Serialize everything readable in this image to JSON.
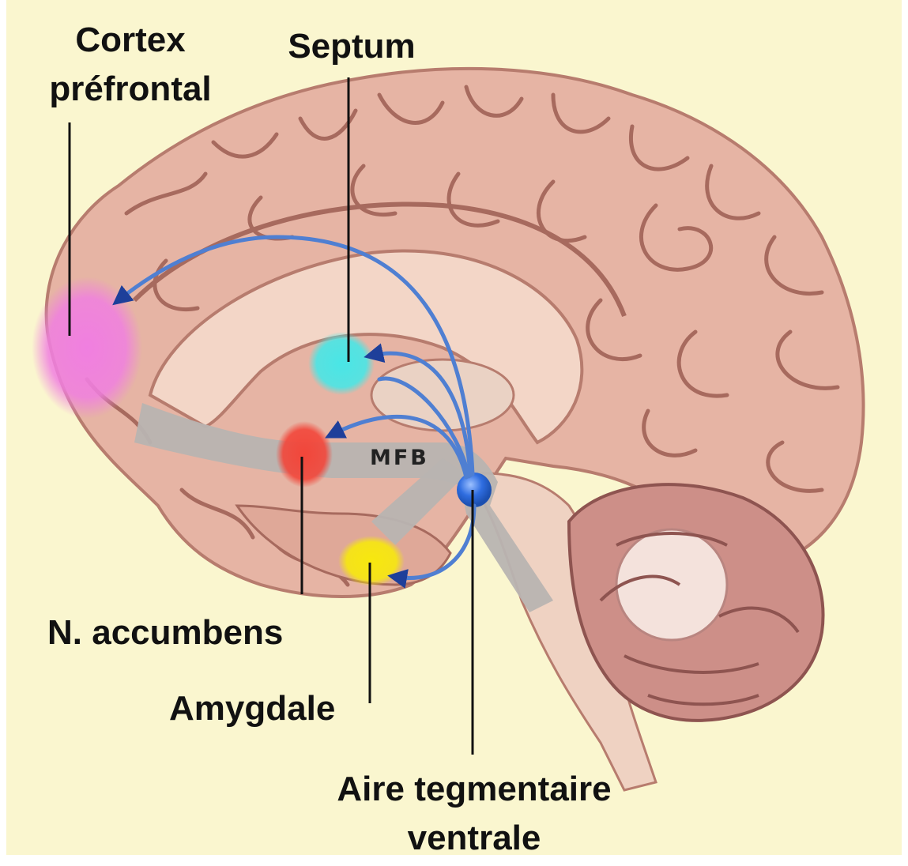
{
  "labels": {
    "prefrontal_cortex": {
      "line1": "Cortex",
      "line2": "préfrontal"
    },
    "septum": "Septum",
    "accumbens": "N. accumbens",
    "amygdala": "Amygdale",
    "vta": {
      "line1": "Aire tegmentaire",
      "line2": "ventrale"
    },
    "mfb": "MFB"
  },
  "colors": {
    "background": "#faf6cf",
    "brain": "#e6b4a4",
    "gyrus_line": "#a76a5e",
    "pathway": "#4f7fd2",
    "tract": "#b8b4b1",
    "prefrontal": "#f07fe0",
    "septum": "#49e6e6",
    "accumbens": "#f2463a",
    "amygdala": "#f7e80e",
    "vta": "#2f6de0"
  }
}
